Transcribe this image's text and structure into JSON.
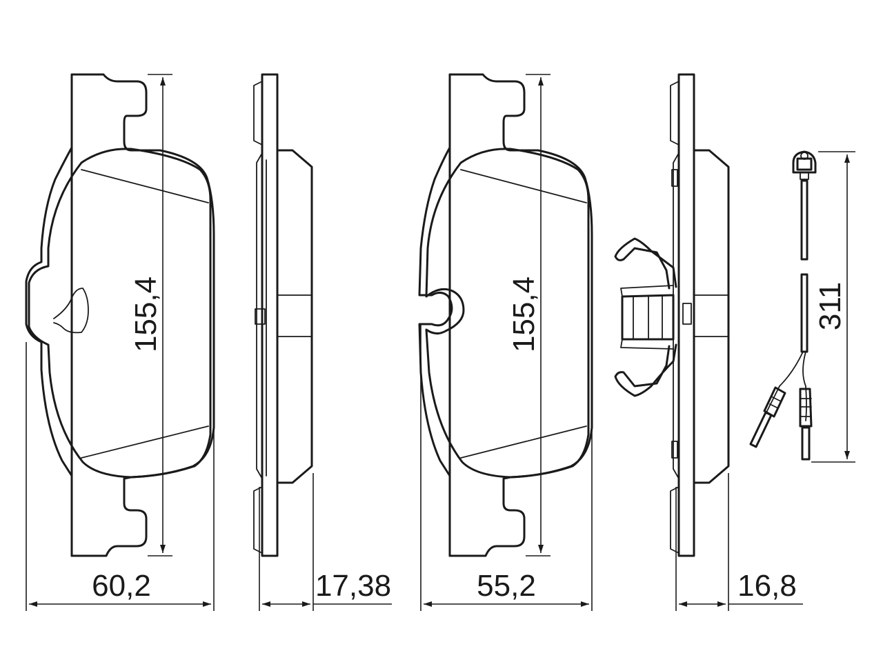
{
  "dimensions": {
    "pad1_width": "60,2",
    "pad1_height": "155,4",
    "pad1_thickness": "17,38",
    "pad2_width": "55,2",
    "pad2_height": "155,4",
    "pad2_thickness": "16,8",
    "sensor_length": "311"
  },
  "colors": {
    "line": "#1a1a1a",
    "background": "#ffffff"
  }
}
